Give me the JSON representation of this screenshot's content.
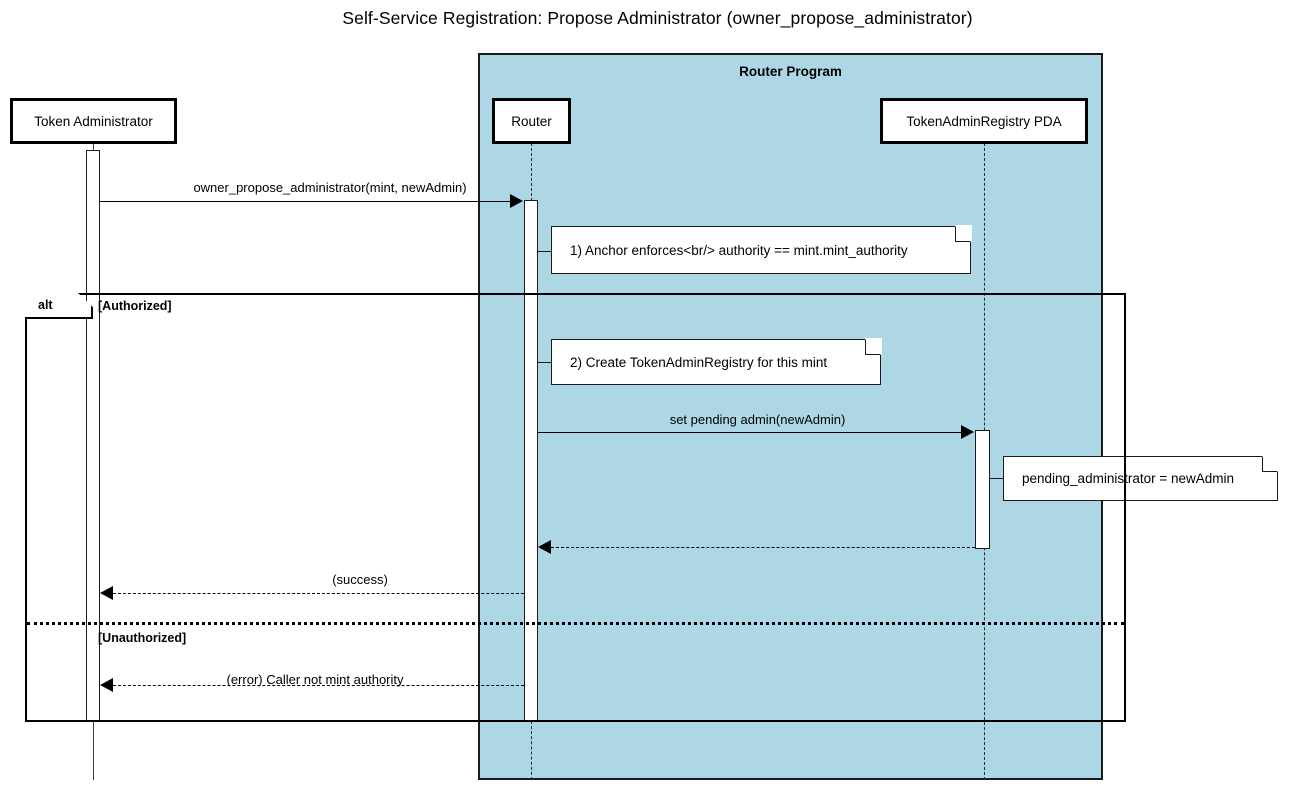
{
  "diagram": {
    "type": "sequence-diagram",
    "title": "Self-Service Registration: Propose Administrator (owner_propose_administrator)",
    "colors": {
      "group_fill": "#aed7e6",
      "stroke": "#000000",
      "note_fill": "#ffffff",
      "background": "#ffffff"
    }
  },
  "group": {
    "label": "Router Program"
  },
  "participants": [
    {
      "id": "token-administrator",
      "label": "Token Administrator"
    },
    {
      "id": "router",
      "label": "Router"
    },
    {
      "id": "token-admin-registry-pda",
      "label": "TokenAdminRegistry PDA"
    }
  ],
  "messages": [
    {
      "id": "m1",
      "label": "owner_propose_administrator(mint, newAdmin)",
      "from": "token-administrator",
      "to": "router",
      "style": "solid",
      "direction": "right"
    },
    {
      "id": "m2",
      "label": "set pending admin(newAdmin)",
      "from": "router",
      "to": "token-admin-registry-pda",
      "style": "solid",
      "direction": "right"
    },
    {
      "id": "m3",
      "label": "",
      "from": "token-admin-registry-pda",
      "to": "router",
      "style": "dashed",
      "direction": "left"
    },
    {
      "id": "m4",
      "label": "(success)",
      "from": "router",
      "to": "token-administrator",
      "style": "dashed",
      "direction": "left"
    },
    {
      "id": "m5",
      "label": "(error) Caller not mint authority",
      "from": "router",
      "to": "token-administrator",
      "style": "dashed",
      "direction": "left"
    }
  ],
  "notes": [
    {
      "id": "note-1",
      "text": "1) Anchor enforces<br/> authority == mint.mint_authority",
      "attached_to": "router"
    },
    {
      "id": "note-2",
      "text": "2) Create TokenAdminRegistry for this mint",
      "attached_to": "router"
    },
    {
      "id": "note-3",
      "text": "pending_administrator = newAdmin",
      "attached_to": "token-admin-registry-pda"
    }
  ],
  "fragment": {
    "operator": "alt",
    "branches": [
      {
        "condition": "[Authorized]"
      },
      {
        "condition": "[Unauthorized]"
      }
    ]
  }
}
